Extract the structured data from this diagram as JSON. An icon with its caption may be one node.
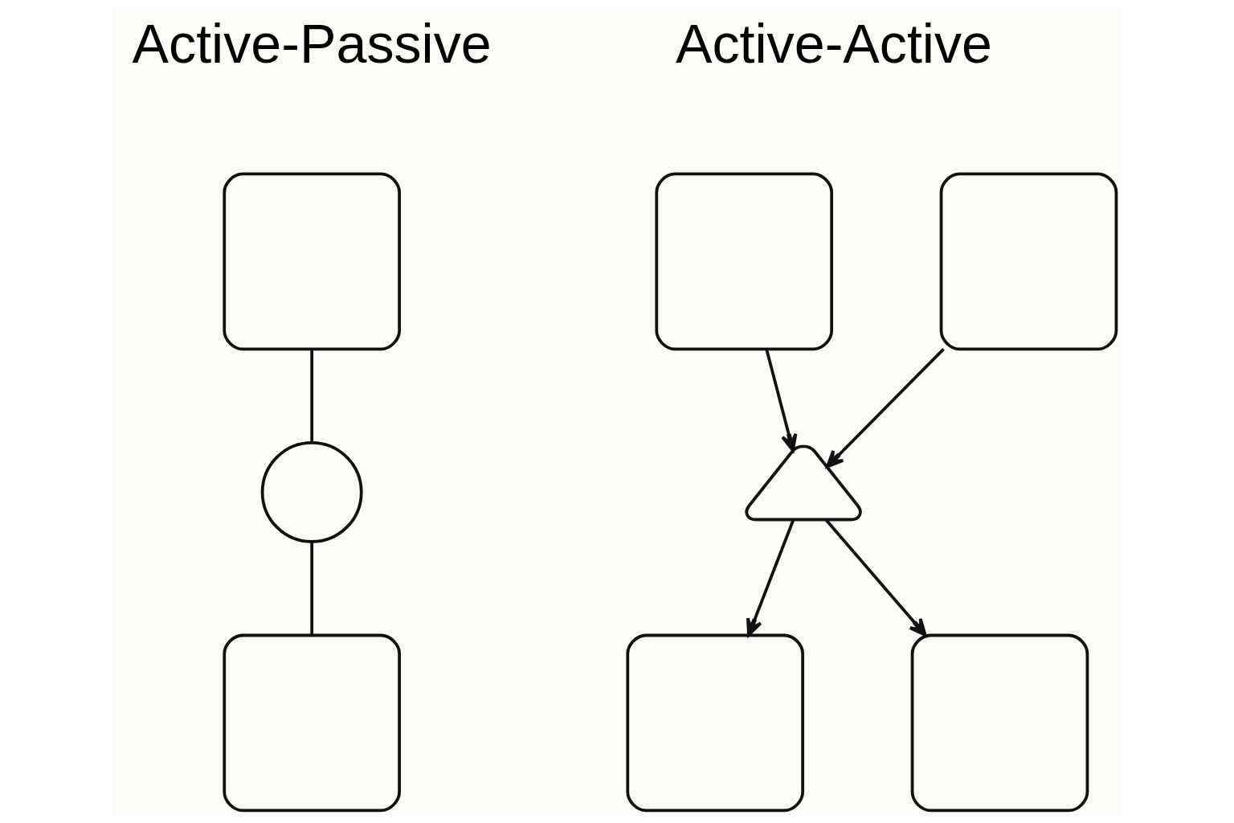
{
  "diagram": {
    "nodes": [
      {
        "text": [],
        "shape": "box"
      },
      {
        "text": [],
        "shape": "circle"
      },
      {
        "text": [],
        "shape": "box"
      },
      {
        "text": [],
        "shape": "box"
      },
      {
        "text": [],
        "shape": "box"
      },
      {
        "text": [],
        "shape": "triangle"
      },
      {
        "text": [],
        "shape": "box"
      },
      {
        "text": [],
        "shape": "box"
      }
    ],
    "edges": [
      {
        "from": 0,
        "to": 1,
        "arrow": "none"
      },
      {
        "from": 1,
        "to": 2,
        "arrow": "none"
      },
      {
        "from": 3,
        "to": 5,
        "arrow": "to"
      },
      {
        "from": 4,
        "to": 5,
        "arrow": "to"
      },
      {
        "from": 5,
        "to": 6,
        "arrow": "to"
      },
      {
        "from": 5,
        "to": 7,
        "arrow": "to"
      }
    ],
    "labels": [
      "Active-Passive",
      "Active-Active"
    ]
  }
}
